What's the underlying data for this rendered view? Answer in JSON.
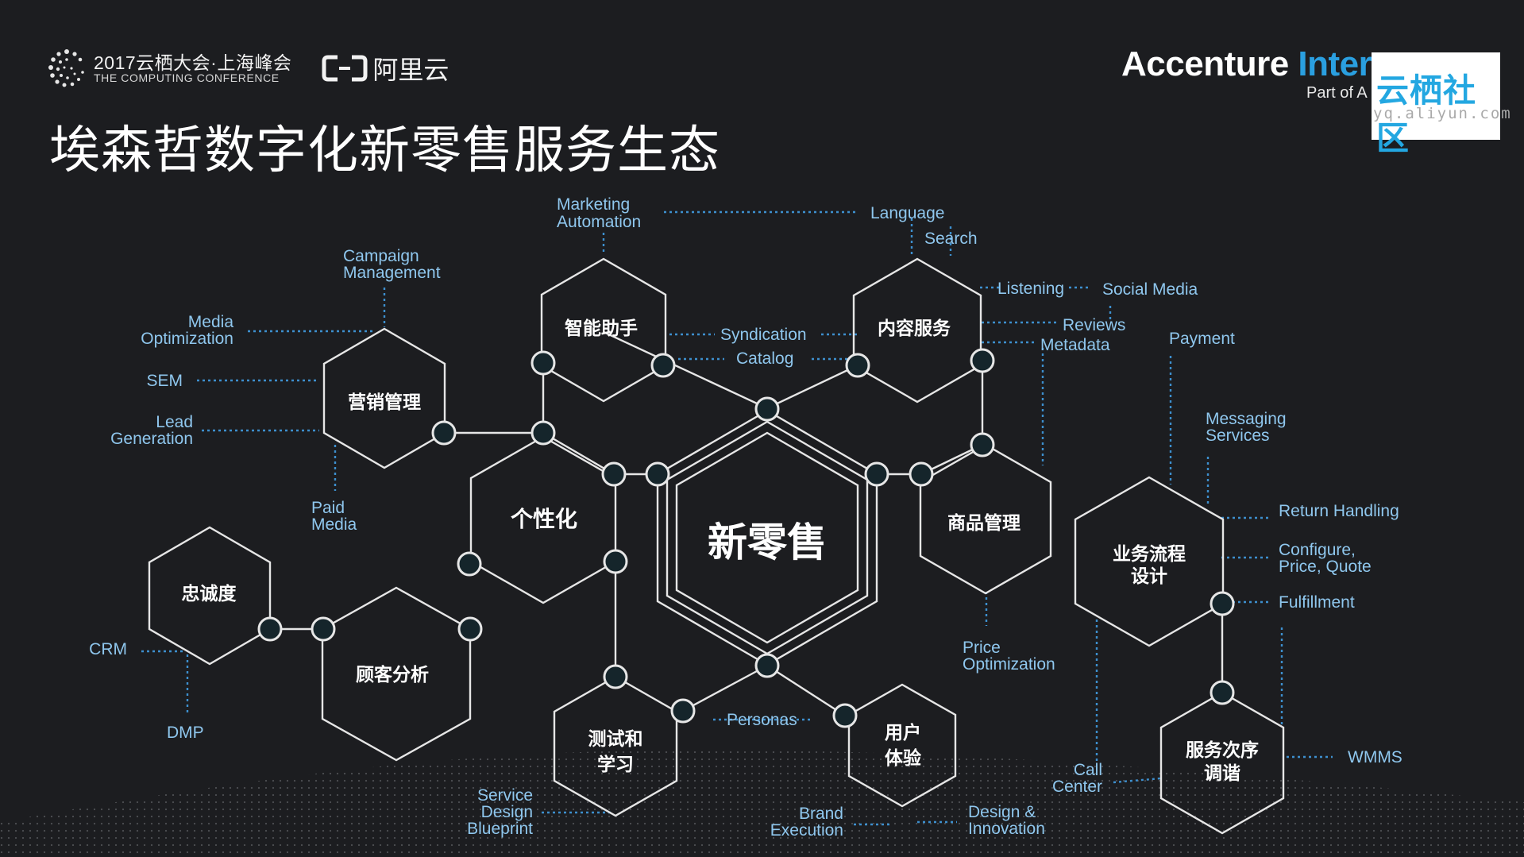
{
  "header": {
    "conference_line1": "2017云栖大会·上海峰会",
    "conference_line2": "THE COMPUTING CONFERENCE",
    "aliyun_logo_text": "阿里云",
    "page_title": "埃森哲数字化新零售服务生态",
    "accenture_word": "Accenture",
    "accenture_suffix": "Inter",
    "accenture_sub": "Part of A",
    "watermark_title": "云栖社区",
    "watermark_url": "yq.aliyun.com"
  },
  "hexagons": {
    "center": "新零售",
    "marketing": "营销管理",
    "assistant": "智能助手",
    "content": "内容服务",
    "personalization": "个性化",
    "products": "商品管理",
    "process": [
      "业务流程",
      "设计"
    ],
    "loyalty": "忠诚度",
    "customer": "顾客分析",
    "testing": [
      "测试和",
      "学习"
    ],
    "ux": [
      "用户",
      "体验"
    ],
    "orchestration": [
      "服务次序",
      "调谐"
    ]
  },
  "annotations": {
    "marketing_automation": [
      "Marketing",
      "Automation"
    ],
    "language": "Language",
    "search": "Search",
    "campaign_management": [
      "Campaign",
      "Management"
    ],
    "listening": "Listening",
    "social_media": "Social Media",
    "media_optimization": [
      "Media",
      "Optimization"
    ],
    "syndication": "Syndication",
    "reviews": "Reviews",
    "payment": "Payment",
    "catalog": "Catalog",
    "metadata": "Metadata",
    "sem": "SEM",
    "lead_generation": [
      "Lead",
      "Generation"
    ],
    "messaging_services": [
      "Messaging",
      "Services"
    ],
    "return_handling": "Return Handling",
    "paid_media": [
      "Paid",
      "Media"
    ],
    "configure_price_quote": [
      "Configure,",
      "Price, Quote"
    ],
    "fulfillment": "Fulfillment",
    "crm": "CRM",
    "price_optimization": [
      "Price",
      "Optimization"
    ],
    "dmp": "DMP",
    "personas": "Personas",
    "wmms": "WMMS",
    "call_center": [
      "Call",
      "Center"
    ],
    "service_design_blueprint": [
      "Service",
      "Design",
      "Blueprint"
    ],
    "brand_execution": [
      "Brand",
      "Execution"
    ],
    "design_innovation": [
      "Design &",
      "Innovation"
    ]
  },
  "colors": {
    "background": "#1c1d20",
    "hex_stroke": "#e6e6e6",
    "node_fill": "#15252b",
    "annotation": "#8fc7ee",
    "dotted_line": "#3d8fce",
    "accent": "#2a9fe0"
  }
}
